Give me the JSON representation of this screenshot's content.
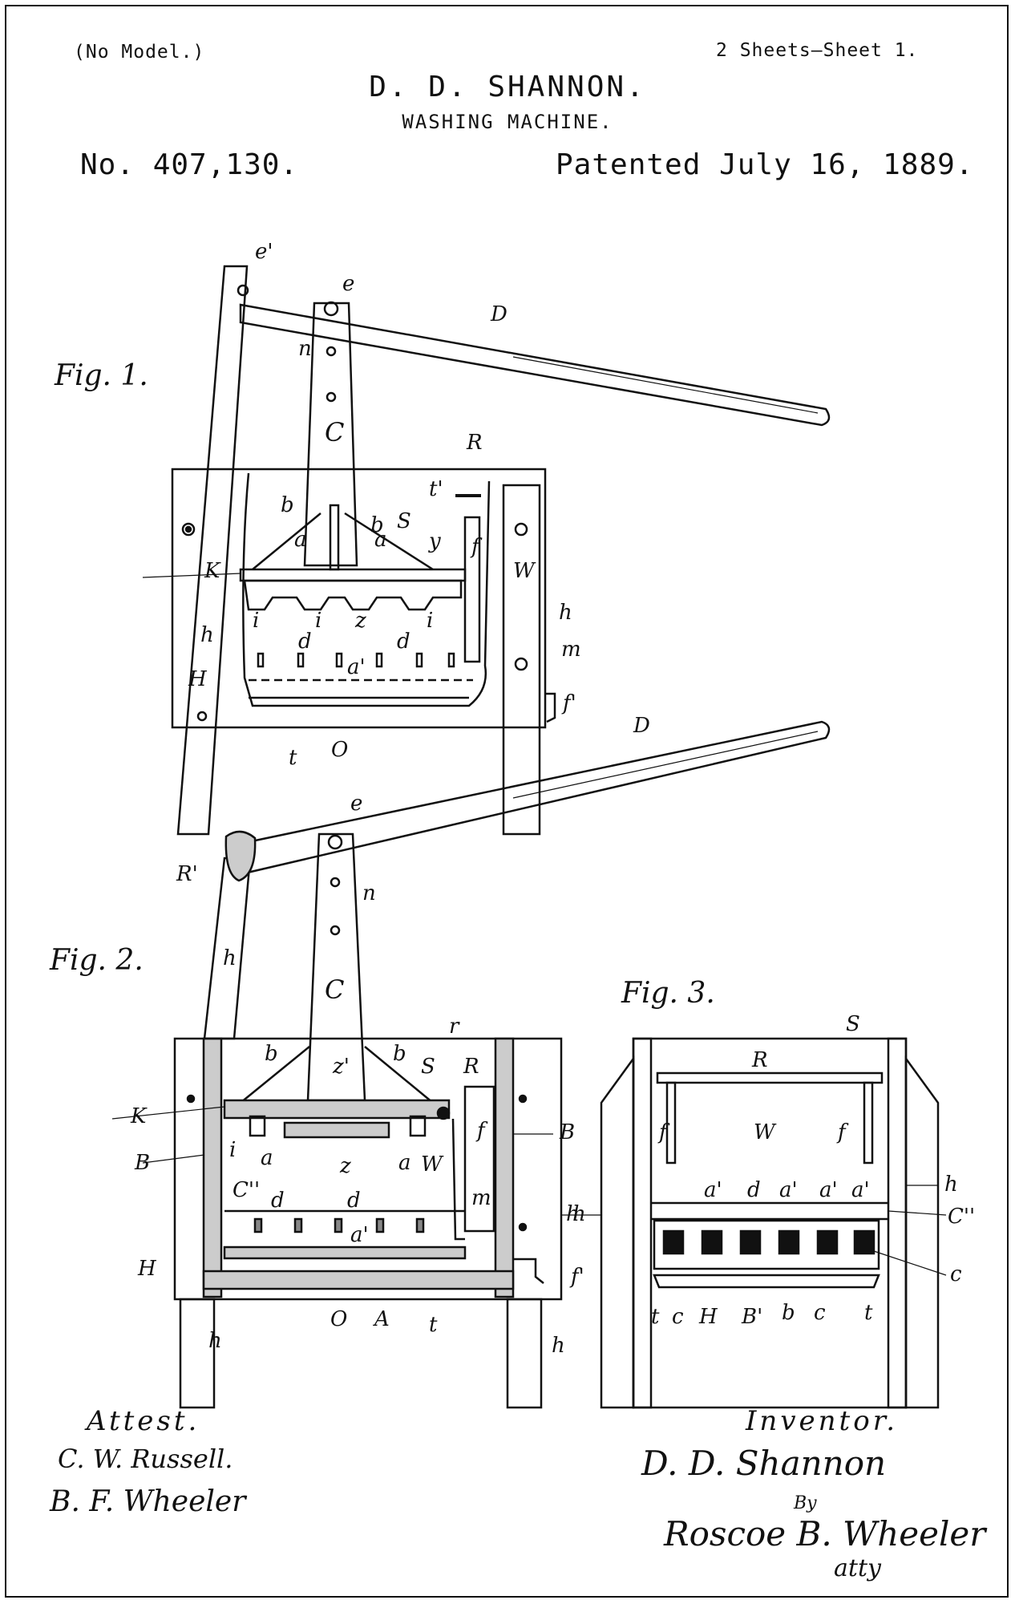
{
  "header": {
    "model_note": "(No Model.)",
    "sheet_note": "2 Sheets—Sheet 1.",
    "inventor_name": "D. D. SHANNON.",
    "invention_title": "WASHING MACHINE.",
    "patent_number": "No. 407,130.",
    "patent_date": "Patented July 16, 1889."
  },
  "figures": {
    "fig1": "Fig. 1.",
    "fig2": "Fig. 2.",
    "fig3": "Fig. 3."
  },
  "labels": {
    "e_prime": "e'",
    "e": "e",
    "D": "D",
    "n": "n",
    "C": "C",
    "R": "R",
    "t_prime": "t'",
    "b": "b",
    "S": "S",
    "a": "a",
    "y": "y",
    "f": "f",
    "K": "K",
    "W": "W",
    "i": "i",
    "z": "z",
    "h": "h",
    "d": "d",
    "m": "m",
    "H": "H",
    "a_prime": "a'",
    "f_prime": "f'",
    "t": "t",
    "O": "O",
    "R_prime": "R'",
    "r": "r",
    "z_prime": "z'",
    "B": "B",
    "C_dprime": "C''",
    "A": "A",
    "c": "c",
    "B_prime": "B'"
  },
  "footer": {
    "attest_label": "Attest.",
    "witness_1": "C. W. Russell.",
    "witness_2": "B. F. Wheeler",
    "inventor_label": "Inventor.",
    "inventor_signature": "D. D. Shannon",
    "by": "By",
    "attorney_signature": "Roscoe B. Wheeler",
    "attorney_suffix": "atty"
  }
}
